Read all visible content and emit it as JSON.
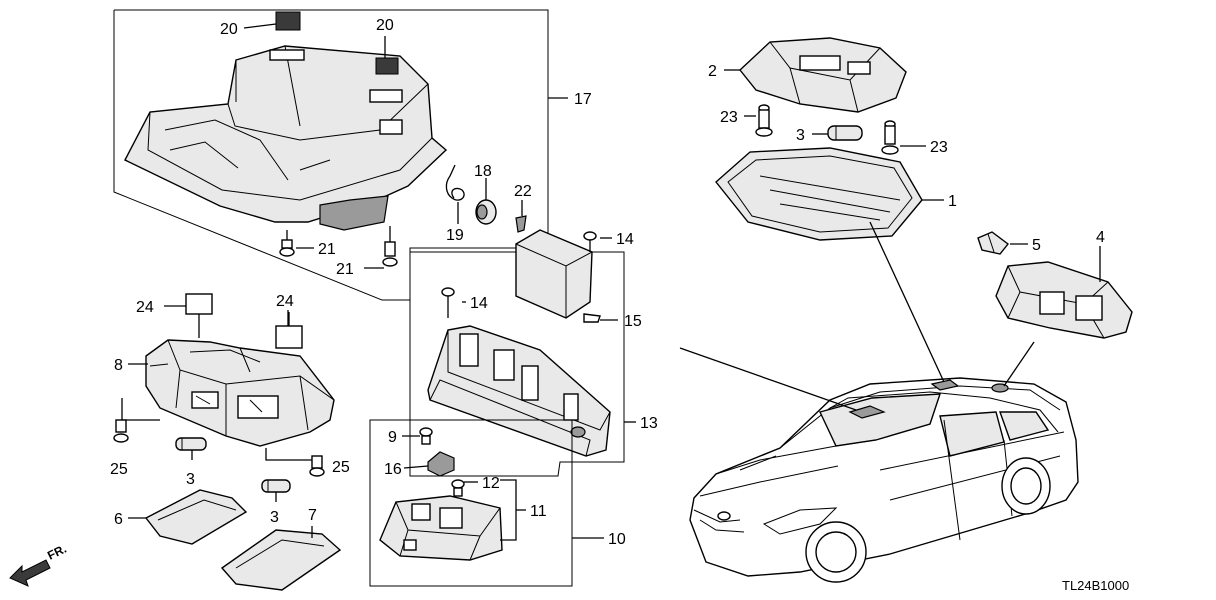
{
  "diagram_code": "TL24B1000",
  "front_label": "FR.",
  "callouts": {
    "c1": "1",
    "c2": "2",
    "c3a": "3",
    "c3b": "3",
    "c3c": "3",
    "c4": "4",
    "c5": "5",
    "c6": "6",
    "c7": "7",
    "c8": "8",
    "c9": "9",
    "c10": "10",
    "c11": "11",
    "c12": "12",
    "c13": "13",
    "c14a": "14",
    "c14b": "14",
    "c15": "15",
    "c16": "16",
    "c17": "17",
    "c18": "18",
    "c19": "19",
    "c20a": "20",
    "c20b": "20",
    "c21a": "21",
    "c21b": "21",
    "c22": "22",
    "c23a": "23",
    "c23b": "23",
    "c24a": "24",
    "c24b": "24",
    "c25a": "25",
    "c25b": "25"
  }
}
